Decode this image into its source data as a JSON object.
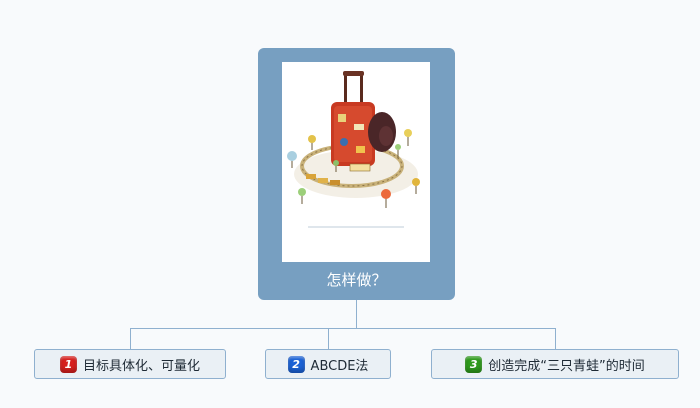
{
  "root": {
    "label": "怎样做？"
  },
  "branches": [
    {
      "number": "1",
      "label": "目标具体化、可量化",
      "badge_color": "#d6201e"
    },
    {
      "number": "2",
      "label": "ABCDE法",
      "badge_color": "#1b62d6"
    },
    {
      "number": "3",
      "label": "创造完成“三只青蛙”的时间",
      "badge_color": "#2e9a1c"
    }
  ],
  "colors": {
    "root_fill": "#779fc1",
    "node_fill": "#eaf0f5",
    "connector": "#8fb0cf"
  }
}
